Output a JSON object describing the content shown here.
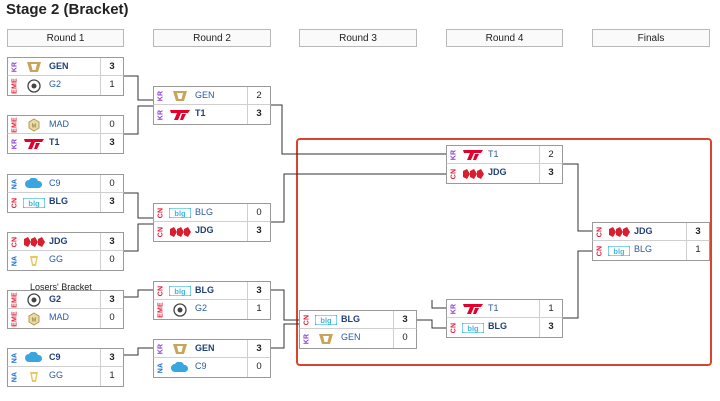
{
  "title": "Stage 2 (Bracket)",
  "rounds": [
    "Round 1",
    "Round 2",
    "Round 3",
    "Round 4",
    "Finals"
  ],
  "losers_label": "Losers' Bracket",
  "colors": {
    "highlight": "#d9432f",
    "kr": "#8a3bd1",
    "eme": "#e0203a",
    "na": "#1e6fcf",
    "cn": "#e0203a"
  },
  "matches": {
    "r1m1": [
      {
        "region": "KR",
        "team": "GEN",
        "score": "3",
        "win": true,
        "logo": "gen-logo"
      },
      {
        "region": "EME",
        "team": "G2",
        "score": "1",
        "win": false,
        "logo": "g2-logo"
      }
    ],
    "r1m2": [
      {
        "region": "EME",
        "team": "MAD",
        "score": "0",
        "win": false,
        "logo": "mad-logo"
      },
      {
        "region": "KR",
        "team": "T1",
        "score": "3",
        "win": true,
        "logo": "t1-logo"
      }
    ],
    "r1m3": [
      {
        "region": "NA",
        "team": "C9",
        "score": "0",
        "win": false,
        "logo": "c9-logo"
      },
      {
        "region": "CN",
        "team": "BLG",
        "score": "3",
        "win": true,
        "logo": "blg-logo"
      }
    ],
    "r1m4": [
      {
        "region": "CN",
        "team": "JDG",
        "score": "3",
        "win": true,
        "logo": "jdg-logo"
      },
      {
        "region": "NA",
        "team": "GG",
        "score": "0",
        "win": false,
        "logo": "gg-logo"
      }
    ],
    "r1m5": [
      {
        "region": "EME",
        "team": "G2",
        "score": "3",
        "win": true,
        "logo": "g2-logo"
      },
      {
        "region": "EME",
        "team": "MAD",
        "score": "0",
        "win": false,
        "logo": "mad-logo"
      }
    ],
    "r1m6": [
      {
        "region": "NA",
        "team": "C9",
        "score": "3",
        "win": true,
        "logo": "c9-logo"
      },
      {
        "region": "NA",
        "team": "GG",
        "score": "1",
        "win": false,
        "logo": "gg-logo"
      }
    ],
    "r2m1": [
      {
        "region": "KR",
        "team": "GEN",
        "score": "2",
        "win": false,
        "logo": "gen-logo"
      },
      {
        "region": "KR",
        "team": "T1",
        "score": "3",
        "win": true,
        "logo": "t1-logo"
      }
    ],
    "r2m2": [
      {
        "region": "CN",
        "team": "BLG",
        "score": "0",
        "win": false,
        "logo": "blg-logo"
      },
      {
        "region": "CN",
        "team": "JDG",
        "score": "3",
        "win": true,
        "logo": "jdg-logo"
      }
    ],
    "r2m3": [
      {
        "region": "CN",
        "team": "BLG",
        "score": "3",
        "win": true,
        "logo": "blg-logo"
      },
      {
        "region": "EME",
        "team": "G2",
        "score": "1",
        "win": false,
        "logo": "g2-logo"
      }
    ],
    "r2m4": [
      {
        "region": "KR",
        "team": "GEN",
        "score": "3",
        "win": true,
        "logo": "gen-logo"
      },
      {
        "region": "NA",
        "team": "C9",
        "score": "0",
        "win": false,
        "logo": "c9-logo"
      }
    ],
    "r3m1": [
      {
        "region": "CN",
        "team": "BLG",
        "score": "3",
        "win": true,
        "logo": "blg-logo"
      },
      {
        "region": "KR",
        "team": "GEN",
        "score": "0",
        "win": false,
        "logo": "gen-logo"
      }
    ],
    "r4m1": [
      {
        "region": "KR",
        "team": "T1",
        "score": "2",
        "win": false,
        "logo": "t1-logo"
      },
      {
        "region": "CN",
        "team": "JDG",
        "score": "3",
        "win": true,
        "logo": "jdg-logo"
      }
    ],
    "r4m2": [
      {
        "region": "KR",
        "team": "T1",
        "score": "1",
        "win": false,
        "logo": "t1-logo"
      },
      {
        "region": "CN",
        "team": "BLG",
        "score": "3",
        "win": true,
        "logo": "blg-logo"
      }
    ],
    "final": [
      {
        "region": "CN",
        "team": "JDG",
        "score": "3",
        "win": true,
        "logo": "jdg-logo"
      },
      {
        "region": "CN",
        "team": "BLG",
        "score": "1",
        "win": false,
        "logo": "blg-logo"
      }
    ]
  }
}
